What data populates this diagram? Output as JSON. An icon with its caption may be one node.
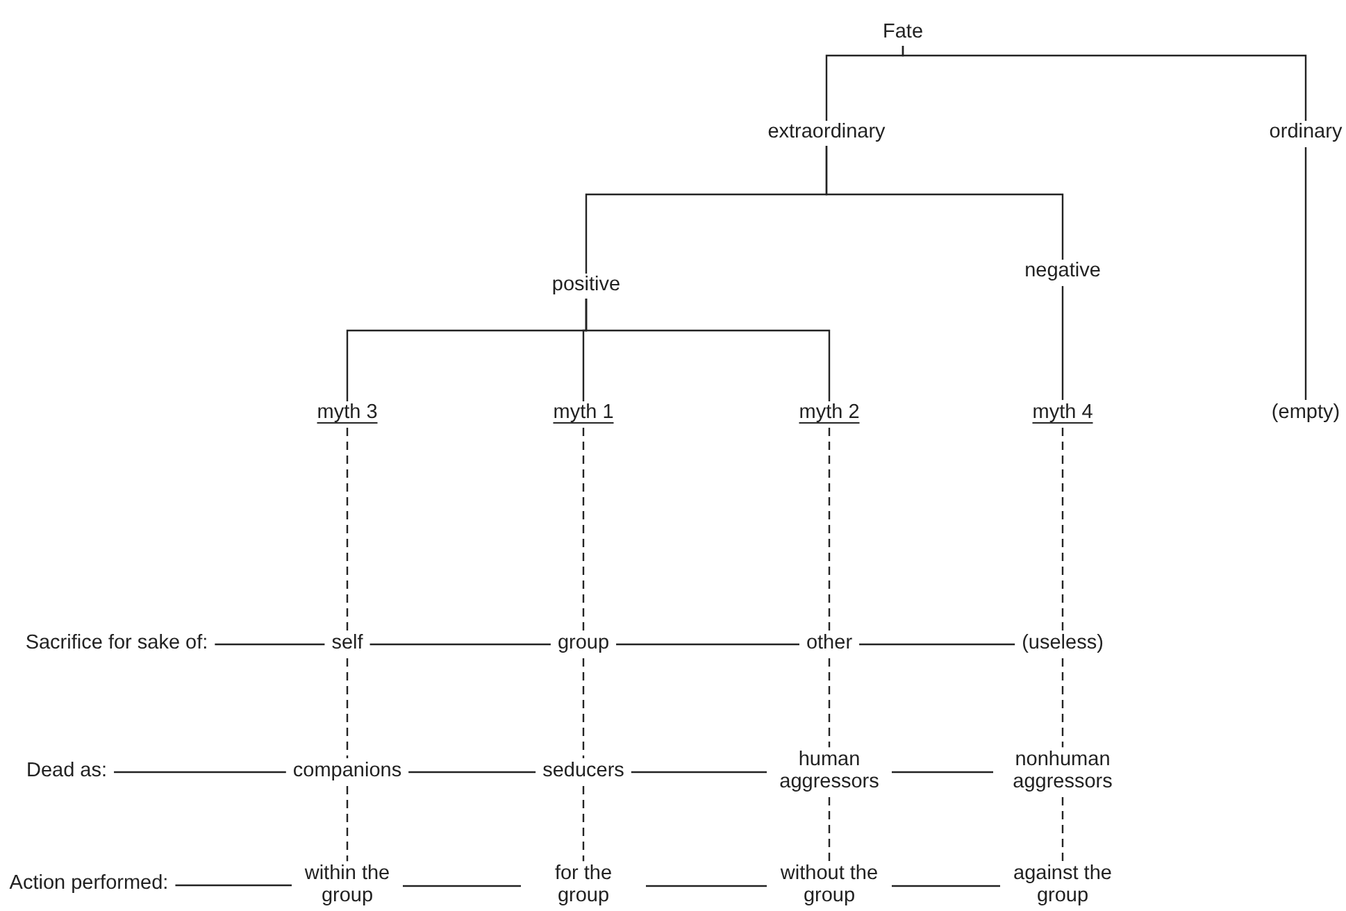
{
  "diagram": {
    "nodes": [
      {
        "text": [
          "Fate"
        ]
      },
      {
        "text": [
          "extraordinary"
        ]
      },
      {
        "text": [
          "ordinary"
        ]
      },
      {
        "text": [
          "positive"
        ]
      },
      {
        "text": [
          "negative"
        ]
      },
      {
        "text": [
          "myth 3"
        ]
      },
      {
        "text": [
          "myth 1"
        ]
      },
      {
        "text": [
          "myth 2"
        ]
      },
      {
        "text": [
          "myth 4"
        ]
      },
      {
        "text": [
          "(empty)"
        ]
      },
      {
        "text": [
          "Sacrifice for sake of:"
        ]
      },
      {
        "text": [
          "self"
        ]
      },
      {
        "text": [
          "group"
        ]
      },
      {
        "text": [
          "other"
        ]
      },
      {
        "text": [
          "(useless)"
        ]
      },
      {
        "text": [
          "Dead as:"
        ]
      },
      {
        "text": [
          "companions"
        ]
      },
      {
        "text": [
          "seducers"
        ]
      },
      {
        "text": [
          "human aggressors"
        ]
      },
      {
        "text": [
          "nonhuman aggressors"
        ]
      },
      {
        "text": [
          "Action performed:"
        ]
      },
      {
        "text": [
          "within the group"
        ]
      },
      {
        "text": [
          "for the group"
        ]
      },
      {
        "text": [
          "without the group"
        ]
      },
      {
        "text": [
          "against the group"
        ]
      }
    ],
    "edges": [
      {
        "from": 0,
        "to": 1,
        "arrow": "none"
      },
      {
        "from": 0,
        "to": 2,
        "arrow": "none"
      },
      {
        "from": 1,
        "to": 3,
        "arrow": "none"
      },
      {
        "from": 1,
        "to": 4,
        "arrow": "none"
      },
      {
        "from": 3,
        "to": 5,
        "arrow": "none"
      },
      {
        "from": 3,
        "to": 6,
        "arrow": "none"
      },
      {
        "from": 3,
        "to": 7,
        "arrow": "none"
      },
      {
        "from": 4,
        "to": 8,
        "arrow": "none"
      },
      {
        "from": 2,
        "to": 9,
        "arrow": "none"
      },
      {
        "from": 5,
        "to": 11,
        "arrow": "none",
        "style": "dashed"
      },
      {
        "from": 11,
        "to": 16,
        "arrow": "none",
        "style": "dashed"
      },
      {
        "from": 16,
        "to": 21,
        "arrow": "none",
        "style": "dashed"
      },
      {
        "from": 6,
        "to": 12,
        "arrow": "none",
        "style": "dashed"
      },
      {
        "from": 12,
        "to": 17,
        "arrow": "none",
        "style": "dashed"
      },
      {
        "from": 17,
        "to": 22,
        "arrow": "none",
        "style": "dashed"
      },
      {
        "from": 7,
        "to": 13,
        "arrow": "none",
        "style": "dashed"
      },
      {
        "from": 13,
        "to": 18,
        "arrow": "none",
        "style": "dashed"
      },
      {
        "from": 18,
        "to": 23,
        "arrow": "none",
        "style": "dashed"
      },
      {
        "from": 8,
        "to": 14,
        "arrow": "none",
        "style": "dashed"
      },
      {
        "from": 14,
        "to": 19,
        "arrow": "none",
        "style": "dashed"
      },
      {
        "from": 19,
        "to": 24,
        "arrow": "none",
        "style": "dashed"
      },
      {
        "from": 10,
        "to": 11,
        "arrow": "none"
      },
      {
        "from": 11,
        "to": 12,
        "arrow": "none"
      },
      {
        "from": 12,
        "to": 13,
        "arrow": "none"
      },
      {
        "from": 13,
        "to": 14,
        "arrow": "none"
      },
      {
        "from": 15,
        "to": 16,
        "arrow": "none"
      },
      {
        "from": 16,
        "to": 17,
        "arrow": "none"
      },
      {
        "from": 17,
        "to": 18,
        "arrow": "none"
      },
      {
        "from": 18,
        "to": 19,
        "arrow": "none"
      },
      {
        "from": 20,
        "to": 21,
        "arrow": "none"
      },
      {
        "from": 21,
        "to": 22,
        "arrow": "none"
      },
      {
        "from": 22,
        "to": 23,
        "arrow": "none"
      },
      {
        "from": 23,
        "to": 24,
        "arrow": "none"
      }
    ]
  }
}
